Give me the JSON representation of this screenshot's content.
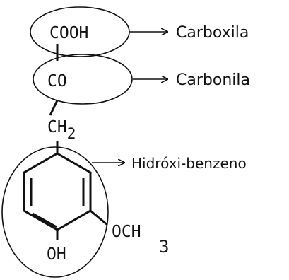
{
  "groups": {
    "carboxyl": {
      "formula": "COOH",
      "label": "Carboxila"
    },
    "carbonyl": {
      "formula": "CO",
      "label": "Carbonila"
    },
    "methylene": {
      "formula": "CH",
      "subscript": "2"
    },
    "ring": {
      "label": "Hidróxi-benzeno"
    },
    "methoxy": {
      "formula": "OCH",
      "subscript": "3"
    },
    "hydroxyl": {
      "formula": "OH"
    }
  },
  "colors": {
    "ink": "#111111",
    "background": "#ffffff"
  }
}
